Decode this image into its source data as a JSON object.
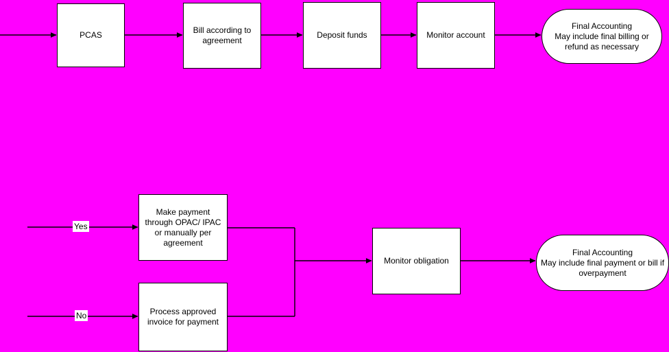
{
  "diagram": {
    "background_color": "#FF00FF",
    "node_fill": "#FFFFFF",
    "stroke_color": "#000000",
    "nodes": [
      {
        "id": "pcas",
        "label": "PCAS",
        "shape": "rect"
      },
      {
        "id": "bill",
        "label": "Bill according to agreement",
        "shape": "rect"
      },
      {
        "id": "deposit",
        "label": "Deposit funds",
        "shape": "rect"
      },
      {
        "id": "monitor_account",
        "label": "Monitor account",
        "shape": "rect"
      },
      {
        "id": "final_top",
        "label": "Final Accounting\nMay include final billing or refund as necessary",
        "shape": "stadium"
      },
      {
        "id": "make_payment",
        "label": "Make payment through OPAC/ IPAC or manually per agreement",
        "shape": "rect"
      },
      {
        "id": "process_invoice",
        "label": "Process approved invoice for payment",
        "shape": "rect"
      },
      {
        "id": "monitor_oblig",
        "label": "Monitor obligation",
        "shape": "rect"
      },
      {
        "id": "final_bottom",
        "label": "Final Accounting\nMay include final payment or bill if overpayment",
        "shape": "stadium"
      }
    ],
    "edge_labels": [
      {
        "id": "yes",
        "label": "Yes"
      },
      {
        "id": "no",
        "label": "No"
      }
    ]
  }
}
